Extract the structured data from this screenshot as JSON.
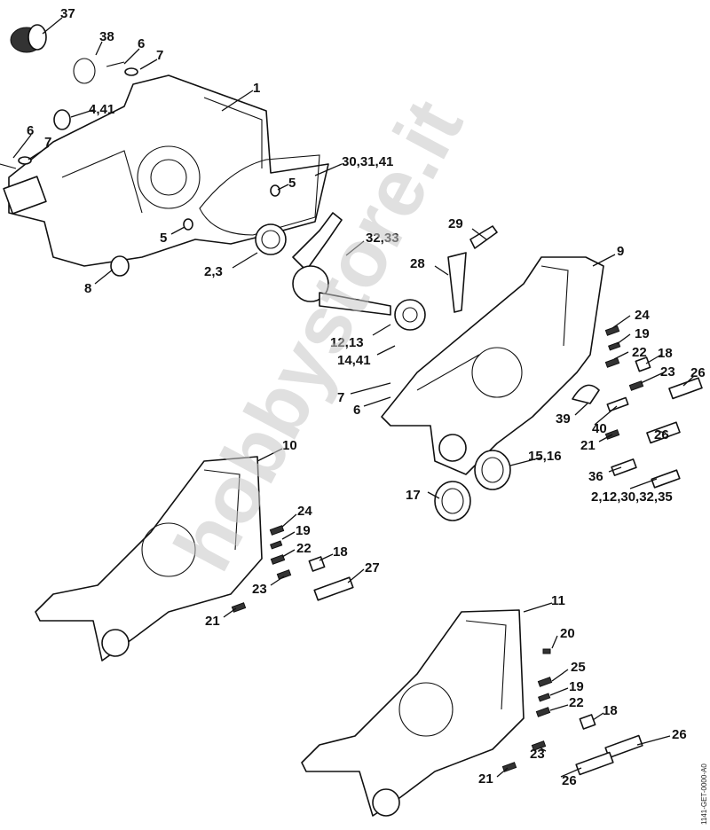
{
  "diagram": {
    "watermark": "hobbystore.it",
    "drawing_code": "1141-GET-0000-A0",
    "labels": [
      "37",
      "38",
      "6",
      "7",
      "1",
      "4,41",
      "6",
      "7",
      "30,31,41",
      "5",
      "5",
      "8",
      "2,3",
      "32,33",
      "29",
      "9",
      "28",
      "12,13",
      "14,41",
      "7",
      "6",
      "24",
      "19",
      "22",
      "18",
      "23",
      "26",
      "39",
      "40",
      "26",
      "21",
      "36",
      "2,12,30,32,35",
      "15,16",
      "17",
      "10",
      "24",
      "19",
      "22",
      "18",
      "27",
      "23",
      "21",
      "11",
      "20",
      "25",
      "19",
      "22",
      "18",
      "26",
      "23",
      "26",
      "21"
    ]
  }
}
